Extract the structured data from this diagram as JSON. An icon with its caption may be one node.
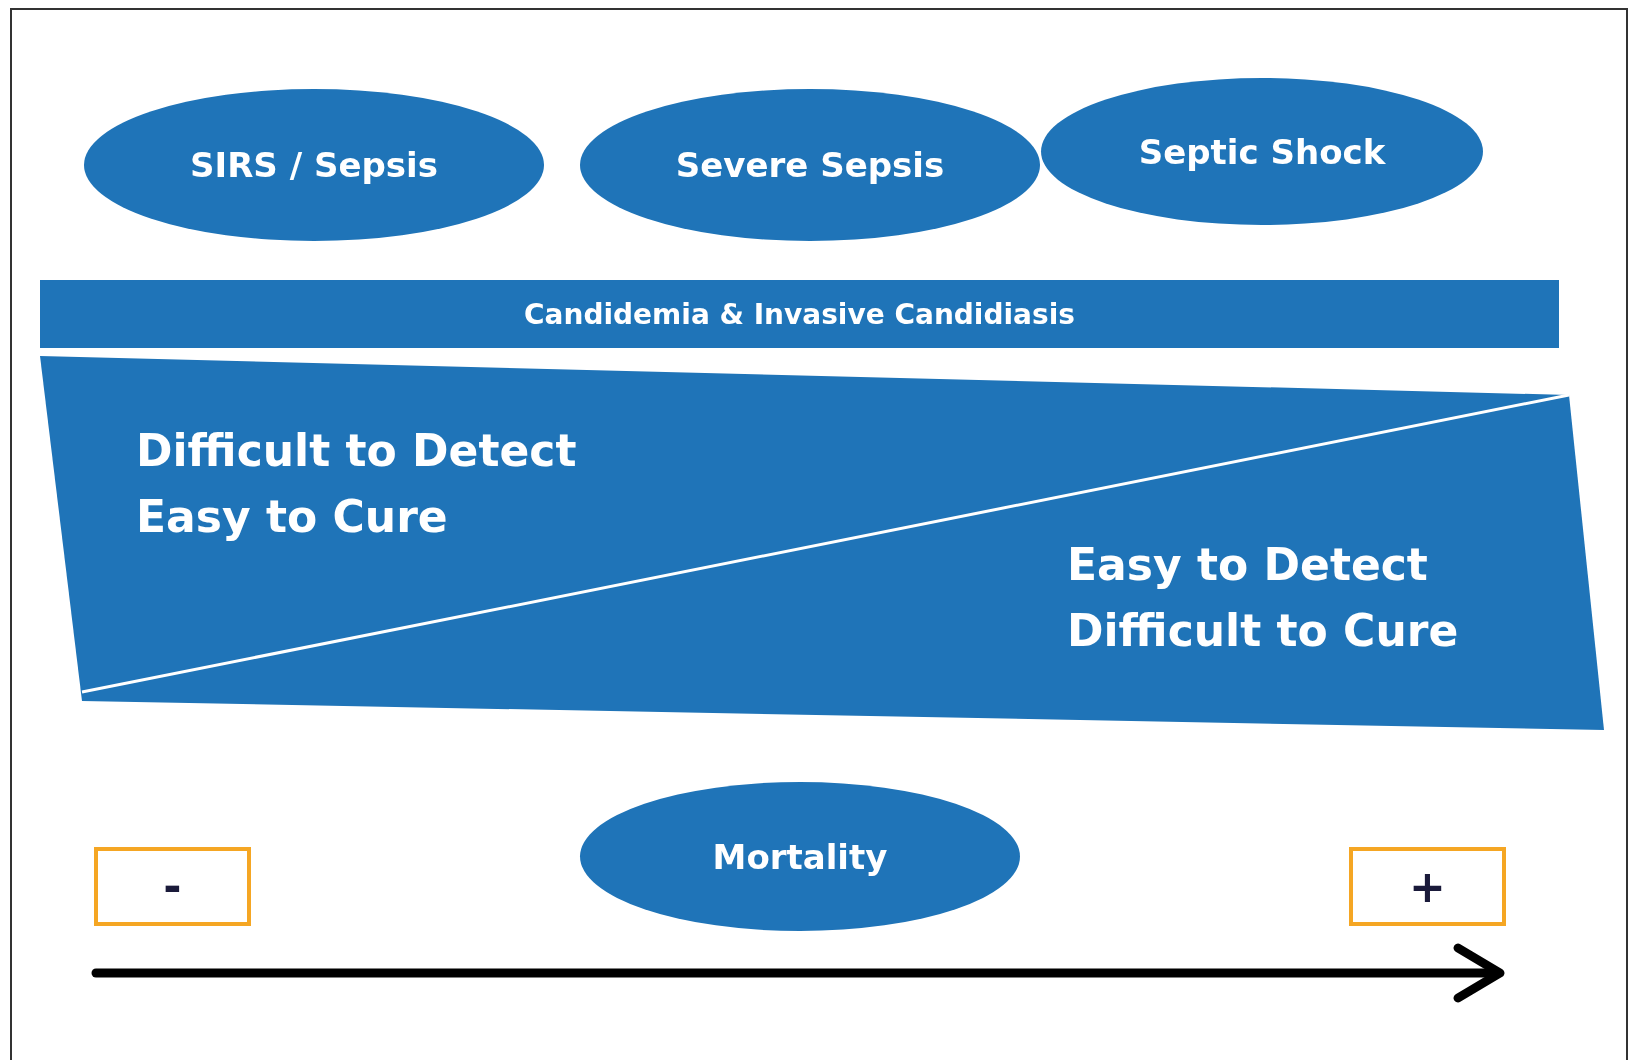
{
  "diagram": {
    "nodes": [
      {
        "text": [
          "SIRS / Sepsis"
        ]
      },
      {
        "text": [
          "Severe Sepsis"
        ]
      },
      {
        "text": [
          "Septic Shock"
        ]
      },
      {
        "text": [
          "Candidemia & Invasive Candidiasis"
        ]
      },
      {
        "text": [
          "Difficult to Detect Easy to Cure",
          "Easy to Detect Difficult to Cure"
        ]
      },
      {
        "text": [
          "Mortality"
        ]
      },
      {
        "text": [
          "-"
        ]
      },
      {
        "text": [
          "+"
        ]
      }
    ]
  }
}
